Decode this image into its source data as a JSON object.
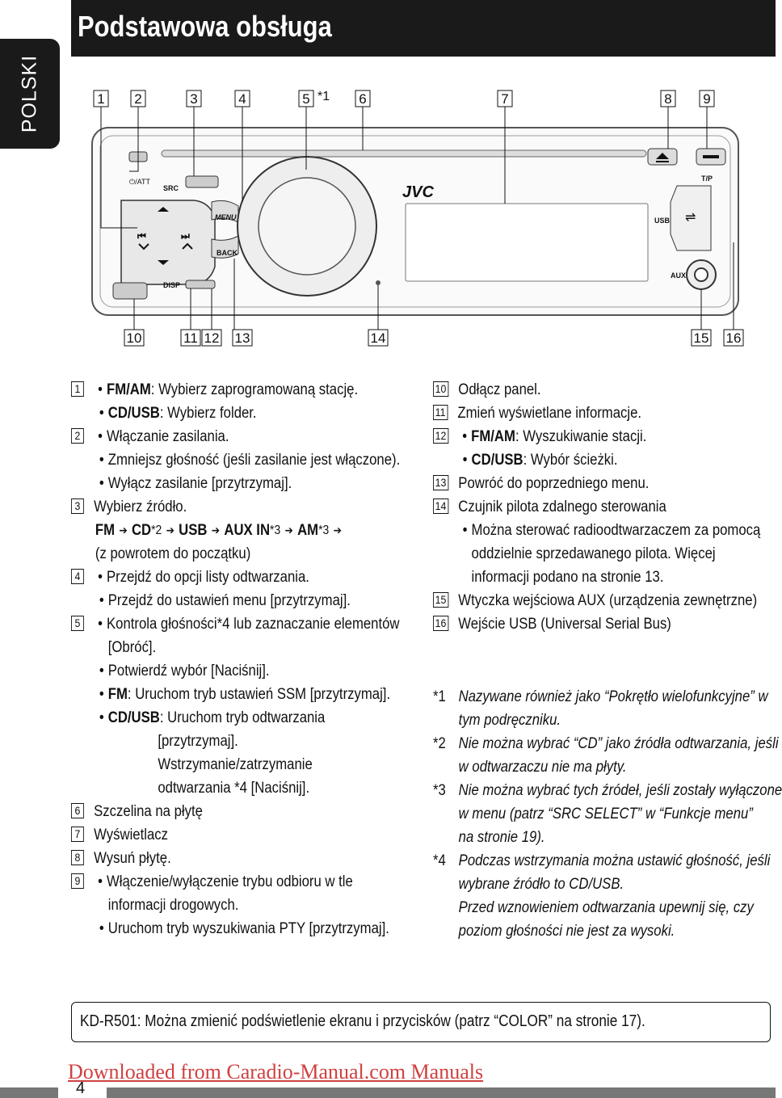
{
  "side_tab": "POLSKI",
  "header": {
    "title": "Podstawowa obsługa"
  },
  "diagram": {
    "top_callouts": [
      "1",
      "2",
      "3",
      "4",
      "5",
      "6",
      "7",
      "8",
      "9"
    ],
    "top_footnote": "*1",
    "bottom_callouts": [
      "10",
      "11",
      "12",
      "13",
      "14",
      "15",
      "16"
    ],
    "labels": {
      "att": "⏻/ATT",
      "src": "SRC",
      "menu": "MENU",
      "back": "BACK",
      "disp": "DISP",
      "brand": "JVC",
      "tp": "T/P",
      "usb": "USB",
      "aux": "AUX"
    }
  },
  "left_items": [
    {
      "num": "1",
      "lines": [
        {
          "bullet": true,
          "bold": "FM/AM",
          "text": ": Wybierz zaprogramowaną stację."
        },
        {
          "bullet": true,
          "bold": "CD/USB",
          "text": ": Wybierz folder."
        }
      ]
    },
    {
      "num": "2",
      "lines": [
        {
          "bullet": true,
          "text": "Włączanie zasilania."
        },
        {
          "bullet": true,
          "text": "Zmniejsz głośność (jeśli zasilanie jest włączone)."
        },
        {
          "bullet": true,
          "text": "Wyłącz zasilanie [przytrzymaj]."
        }
      ]
    },
    {
      "num": "3",
      "lines": [
        {
          "bullet": false,
          "text": "Wybierz źródło."
        }
      ]
    }
  ],
  "source_seq": {
    "fm": "FM",
    "cd": "CD",
    "cd_sup": "*2",
    "usb": "USB",
    "aux": "AUX IN",
    "aux_sup": "*3",
    "am": "AM",
    "am_sup": "*3",
    "return": "(z powrotem do początku)"
  },
  "item4": {
    "num": "4",
    "l1": "Przejdź do opcji listy odtwarzania.",
    "l2": "Przejdź do ustawień menu [przytrzymaj]."
  },
  "item5": {
    "num": "5",
    "l1": "Kontrola głośności*4 lub zaznaczanie elementów",
    "l1b": "[Obróć].",
    "l2": "Potwierdź wybór [Naciśnij].",
    "l3_bold": "FM",
    "l3": ": Uruchom tryb ustawień SSM [przytrzymaj].",
    "l4_bold": "CD/USB",
    "l4": ": Uruchom tryb odtwarzania",
    "l4b": "[przytrzymaj].",
    "l4c": "Wstrzymanie/zatrzymanie",
    "l4d": "odtwarzania *4 [Naciśnij]."
  },
  "item6": {
    "num": "6",
    "text": "Szczelina na płytę"
  },
  "item7": {
    "num": "7",
    "text": "Wyświetlacz"
  },
  "item8": {
    "num": "8",
    "text": "Wysuń płytę."
  },
  "item9": {
    "num": "9",
    "l1": "Włączenie/wyłączenie trybu odbioru w tle",
    "l1b": "informacji drogowych.",
    "l2": "Uruchom tryb wyszukiwania PTY [przytrzymaj]."
  },
  "right_items": {
    "i10": {
      "num": "10",
      "text": "Odłącz panel."
    },
    "i11": {
      "num": "11",
      "text": "Zmień wyświetlane informacje."
    },
    "i12": {
      "num": "12",
      "b1": "FM/AM",
      "t1": ": Wyszukiwanie stacji.",
      "b2": "CD/USB",
      "t2": ": Wybór ścieżki."
    },
    "i13": {
      "num": "13",
      "text": "Powróć do poprzedniego menu."
    },
    "i14": {
      "num": "14",
      "text": "Czujnik pilota zdalnego sterowania",
      "s1": "Można sterować radioodtwarzaczem za pomocą",
      "s2": "oddzielnie sprzedawanego pilota. Więcej",
      "s3": "informacji podano na stronie 13."
    },
    "i15": {
      "num": "15",
      "text": "Wtyczka wejściowa AUX (urządzenia zewnętrzne)"
    },
    "i16": {
      "num": "16",
      "text": "Wejście USB (Universal Serial Bus)"
    }
  },
  "footnotes": [
    {
      "star": "*1",
      "lines": [
        "Nazywane również jako “Pokrętło wielofunkcyjne” w",
        "tym podręczniku."
      ]
    },
    {
      "star": "*2",
      "lines": [
        "Nie można wybrać “CD” jako źródła odtwarzania, jeśli",
        "w odtwarzaczu nie ma płyty."
      ]
    },
    {
      "star": "*3",
      "lines": [
        "Nie można wybrać tych źródeł, jeśli zostały wyłączone",
        "w menu (patrz “SRC SELECT” w “Funkcje menu”",
        "na stronie 19)."
      ]
    },
    {
      "star": "*4",
      "lines": [
        "Podczas wstrzymania można ustawić głośność, jeśli",
        "wybrane źródło to CD/USB.",
        "Przed wznowieniem odtwarzania upewnij się, czy",
        "poziom głośności nie jest za wysoki."
      ]
    }
  ],
  "bottom_note": "KD-R501: Można zmienić podświetlenie ekranu i przycisków (patrz “COLOR” na stronie 17).",
  "watermark": "Downloaded from Caradio-Manual.com Manuals",
  "page_number": "4"
}
